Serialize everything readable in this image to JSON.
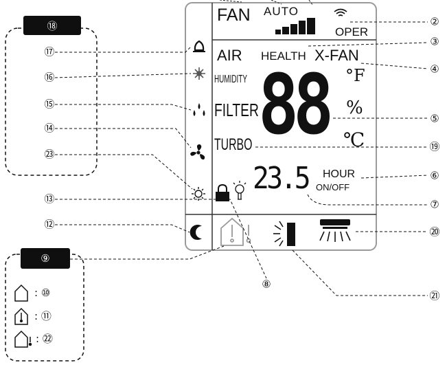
{
  "display": {
    "fan": "FAN",
    "auto": "AUTO",
    "oper": "OPER",
    "air": "AIR",
    "health": "HEALTH",
    "xfan": "X-FAN",
    "humidity": "HUMIDITY",
    "filter": "FILTER",
    "turbo": "TURBO",
    "big_digits": "88",
    "fahrenheit": "°F",
    "percent": "%",
    "celsius": "℃",
    "small_digits": "23.5",
    "hour": "HOUR",
    "onoff": "ON/OFF"
  },
  "callouts": {
    "c2": "②",
    "c3": "③",
    "c4": "④",
    "c5": "⑤",
    "c6": "⑥",
    "c7": "⑦",
    "c8": "⑧",
    "c12": "⑫",
    "c13": "⑬",
    "c14": "⑭",
    "c15": "⑮",
    "c16": "⑯",
    "c17": "⑰",
    "c19": "⑲",
    "c20": "⑳",
    "c21": "㉑",
    "c23": "㉓"
  },
  "legend_top": {
    "badge": "⑱"
  },
  "legend_bottom": {
    "badge": "⑨",
    "row10": ": ⑩",
    "row11": ": ⑪",
    "row22": ": ㉒"
  }
}
